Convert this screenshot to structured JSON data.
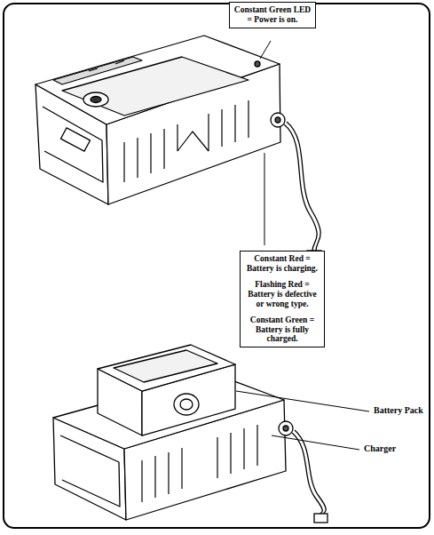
{
  "diagram": {
    "nodes": [
      {
        "text": [
          "Constant Green LED = Power is on."
        ]
      },
      {
        "text": [
          "Constant Red = Battery is charging.",
          "Flashing Red = Battery is defective or wrong type.",
          "Constant Green = Battery is fully charged."
        ]
      }
    ],
    "labels": [
      "Battery Pack",
      "Charger"
    ]
  }
}
